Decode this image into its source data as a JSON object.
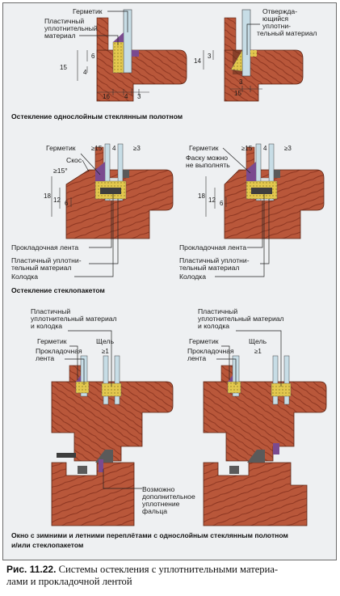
{
  "colors": {
    "wood": "#b9573a",
    "wood_grain": "#8a3420",
    "glass": "#c7dde6",
    "sealant": "#7a4a8f",
    "sealing_material": "#e3c84e",
    "gasket": "#5a5a5a",
    "background": "#eef0f2"
  },
  "labels": {
    "germetik": "Герметик",
    "plastichny_1": "Пластичный",
    "plastichny_2": "уплотнительный",
    "plastichny_3": "материал",
    "otverzh_1": "Отвержда-",
    "otverzh_2": "ющийся",
    "otverzh_3": "уплотни-",
    "otverzh_4": "тельный материал",
    "skos": "Скос",
    "skos_angle": "≥15°",
    "faska_1": "Фаску можно",
    "faska_2": "не выполнять",
    "prokladochnaya_lenta": "Прокладочная лента",
    "plast_lenta_1": "Пластичный уплотни-",
    "plast_lenta_2": "тельный материал",
    "kolodka": "Колодка",
    "plast_kolodka_1": "Пластичный",
    "plast_kolodka_2": "уплотнительный материал",
    "plast_kolodka_3": "и колодка",
    "shchel": "Щель",
    "shchel_val": "≥1",
    "prokl_1": "Прокладочная",
    "prokl_2": "лента",
    "vozm_1": "Возможно",
    "vozm_2": "дополнительное",
    "vozm_3": "уплотнение",
    "vozm_4": "фальца"
  },
  "dims": {
    "d15": "15",
    "d6": "6",
    "d4": "4",
    "d16": "16",
    "d3": "3",
    "d14": "14",
    "d18": "18",
    "d12": "12",
    "d_ge15": "≥15",
    "d_ge3": "≥3"
  },
  "section_captions": {
    "single_glass": "Остекление однослойным стеклянным полотном",
    "glass_unit": "Остекление стеклопакетом",
    "window_1": "Окно с зимними и летними переплётами с однослойным стеклянным полотном",
    "window_2": "и/или стеклопакетом"
  },
  "figure_caption": {
    "number": "Рис. 11.22.",
    "text_line1": "Системы остекления с уплотнительными материа-",
    "text_line2": "лами и прокладочной лентой"
  }
}
